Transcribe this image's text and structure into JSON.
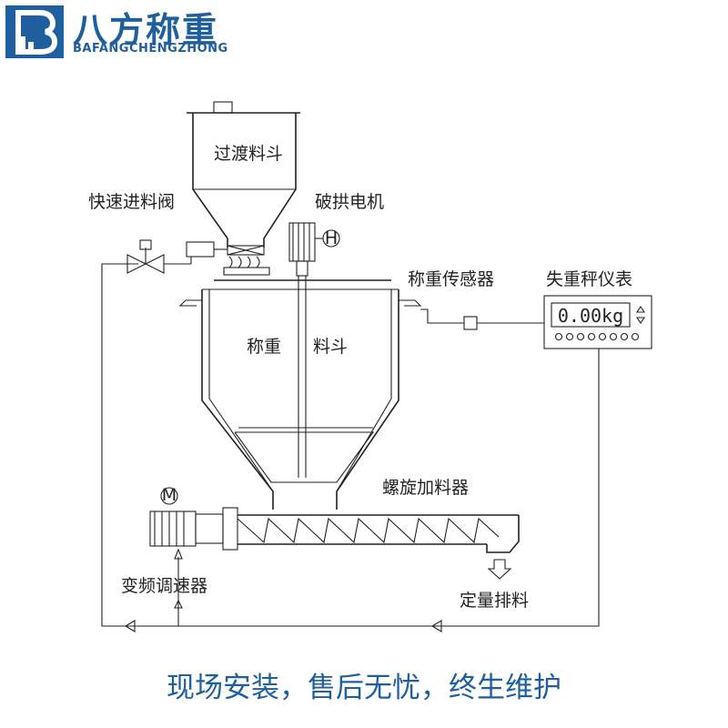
{
  "brand": {
    "name_cn": "八方称重",
    "name_en": "BAFANGCHENGZHONG",
    "logo_letter": "B",
    "color": "#1f5fa0"
  },
  "diagram": {
    "labels": {
      "transition_hopper": "过渡料斗",
      "fast_feed_valve": "快速进料阀",
      "arch_breaking_motor": "破拱电机",
      "weighing_sensor": "称重传感器",
      "loss_weight_meter": "失重秤仪表",
      "weighing_hopper_1": "称重",
      "weighing_hopper_2": "料斗",
      "screw_feeder": "螺旋加料器",
      "vfd": "变频调速器",
      "quantitative_discharge": "定量排料",
      "motor_h_symbol": "H",
      "motor_m_symbol": "M"
    },
    "meter_display": "0.00kg"
  },
  "footer": {
    "slogan": "现场安装，售后无忧，终生维护"
  }
}
